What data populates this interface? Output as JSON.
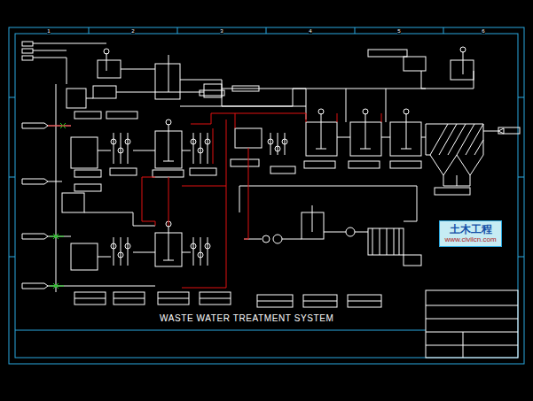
{
  "diagram": {
    "title": "WASTE WATER TREATMENT SYSTEM",
    "nodes": [
      {
        "text": [
          "土木工程",
          "www.civilcn.com"
        ]
      }
    ],
    "labels": [
      "1",
      "2",
      "3",
      "4",
      "5",
      "6"
    ]
  }
}
